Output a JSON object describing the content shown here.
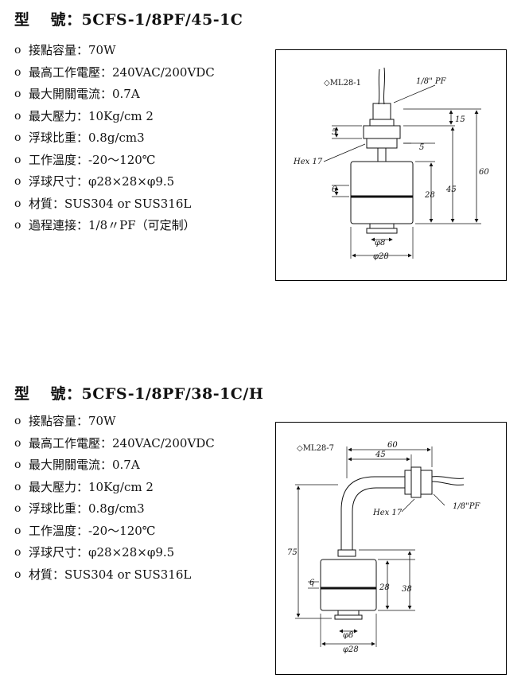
{
  "section1": {
    "title_label": "型",
    "title_label2": "號：",
    "model": "5CFS-1/8PF/45-1C",
    "specs": [
      "接點容量：70W",
      "最高工作電壓：240VAC/200VDC",
      "最大開關電流：0.7A",
      "最大壓力：10Kg/cm 2",
      "浮球比重：0.8g/cm3",
      "工作溫度：-20～120℃",
      "浮球尺寸：φ28×28×φ9.5",
      "材質：SUS304 or SUS316L",
      "過程連接：1/8〃PF（可定制）"
    ],
    "drawing": {
      "code": "◇ML28-1",
      "thread": "1/8\" PF",
      "hex": "Hex 17",
      "dim_5a": "5",
      "dim_5b": "5",
      "dim_15": "15",
      "dim_6": "6",
      "dim_28": "28",
      "dim_45": "45",
      "dim_60": "60",
      "phi8": "φ8",
      "phi28": "φ28"
    }
  },
  "section2": {
    "title_label": "型",
    "title_label2": "號：",
    "model": "5CFS-1/8PF/38-1C/H",
    "specs": [
      "接點容量：70W",
      "最高工作電壓：240VAC/200VDC",
      "最大開關電流：0.7A",
      "最大壓力：10Kg/cm 2",
      "浮球比重：0.8g/cm3",
      "工作溫度：-20～120℃",
      "浮球尺寸：φ28×28×φ9.5",
      "材質：SUS304 or SUS316L"
    ],
    "drawing": {
      "code": "◇ML28-7",
      "thread": "1/8\"PF",
      "hex": "Hex 17",
      "dim_60": "60",
      "dim_45": "45",
      "dim_75": "75",
      "dim_6": "6",
      "dim_28": "28",
      "dim_38": "38",
      "phi8": "φ8",
      "phi28": "φ28"
    }
  }
}
